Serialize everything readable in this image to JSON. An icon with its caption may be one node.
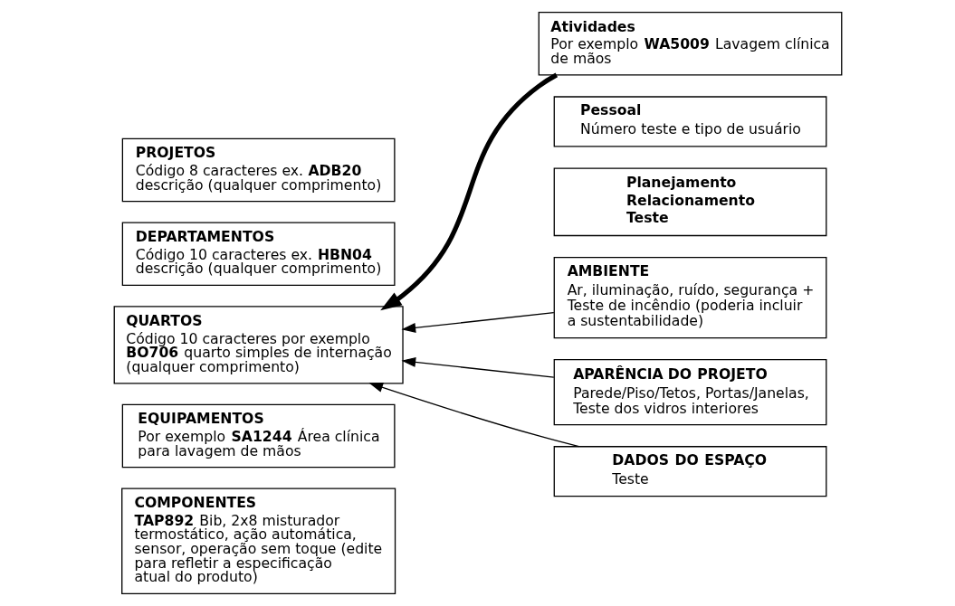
{
  "diagram": {
    "nodes": [
      {
        "text": [
          "PROJETOS",
          "Código 8 caracteres ex. **ADB20** descrição (qualquer comprimento)"
        ]
      },
      {
        "text": [
          "DEPARTAMENTOS",
          "Código 10 caracteres ex. **HBN04** descrição (qualquer comprimento)"
        ]
      },
      {
        "text": [
          "QUARTOS",
          "Código 10 caracteres por exemplo **BO706** quarto simples de internação (qualquer comprimento)"
        ]
      },
      {
        "text": [
          "EQUIPAMENTOS",
          "Por exemplo **SA1244** Área clínica para lavagem de mãos"
        ]
      },
      {
        "text": [
          "COMPONENTES",
          "**TAP892** Bib, 2x8 misturador termostático, ação automática, sensor, operação sem toque (edite para refletir a especificação atual do produto)"
        ]
      },
      {
        "text": [
          "Atividades",
          "Por exemplo **WA5009** Lavagem clínica de mãos"
        ]
      },
      {
        "text": [
          "Pessoal",
          "Número teste e tipo de usuário"
        ]
      },
      {
        "text": [
          "Planejamento",
          "Relacionamento",
          "Teste"
        ]
      },
      {
        "text": [
          "AMBIENTE",
          "Ar, iluminação, ruído, segurança + Teste de incêndio (poderia incluir a sustentabilidade)"
        ]
      },
      {
        "text": [
          "APARÊNCIA DO PROJETO",
          "Parede/Piso/Tetos, Portas/Janelas, Teste dos vidros interiores"
        ]
      },
      {
        "text": [
          "DADOS DO ESPAÇO",
          "Teste"
        ]
      }
    ],
    "edges": [
      {
        "from": 5,
        "to": 2,
        "arrow": "to",
        "style": "thick"
      },
      {
        "from": 8,
        "to": 2,
        "arrow": "to"
      },
      {
        "from": 9,
        "to": 2,
        "arrow": "to"
      },
      {
        "from": 10,
        "to": 2,
        "arrow": "to"
      }
    ]
  }
}
